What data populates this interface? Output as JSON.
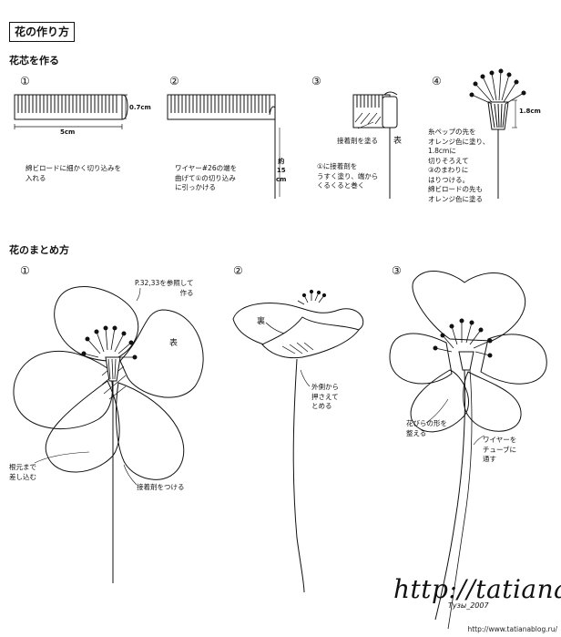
{
  "page_title": "花の作り方",
  "section1": {
    "title": "花芯を作る",
    "steps": [
      {
        "num": "①",
        "dim_w": "5cm",
        "dim_h": "0.7cm",
        "note": [
          "綿ビロードに細かく切り込みを",
          "入れる"
        ]
      },
      {
        "num": "②",
        "dim_len": [
          "約",
          "15",
          "cm"
        ],
        "note": [
          "ワイヤー#26の端を",
          "曲げて①の切り込み",
          "に引っかける"
        ]
      },
      {
        "num": "③",
        "label_glue": "接着剤を塗る",
        "label_front": "表",
        "note": [
          "①に接着剤を",
          "うすく塗り、端から",
          "くるくると巻く"
        ]
      },
      {
        "num": "④",
        "dim": "1.8cm",
        "note": [
          "糸ペップの先を",
          "オレンジ色に塗り、",
          "1.8cmに",
          "切りそろえて",
          "③のまわりに",
          "はりつける。",
          "綿ビロードの先も",
          "オレンジ色に塗る"
        ]
      }
    ]
  },
  "section2": {
    "title": "花のまとめ方",
    "steps": [
      {
        "num": "①",
        "ref": [
          "P.32,33を参照して",
          "作る"
        ],
        "label_front": "表",
        "label_insert": [
          "根元まで",
          "差し込む"
        ],
        "label_glue": "接着剤をつける"
      },
      {
        "num": "②",
        "label_back": "裏",
        "label_press": [
          "外側から",
          "押さえて",
          "とめる"
        ]
      },
      {
        "num": "③",
        "label_shape": [
          "花びらの形を",
          "整える"
        ],
        "label_tube": [
          "ワイヤーを",
          "チューブに",
          "通す"
        ]
      }
    ]
  },
  "watermark": "http://tatianab",
  "signature": "Тузы_2007",
  "site_url": "http://www.tatianablog.ru/"
}
